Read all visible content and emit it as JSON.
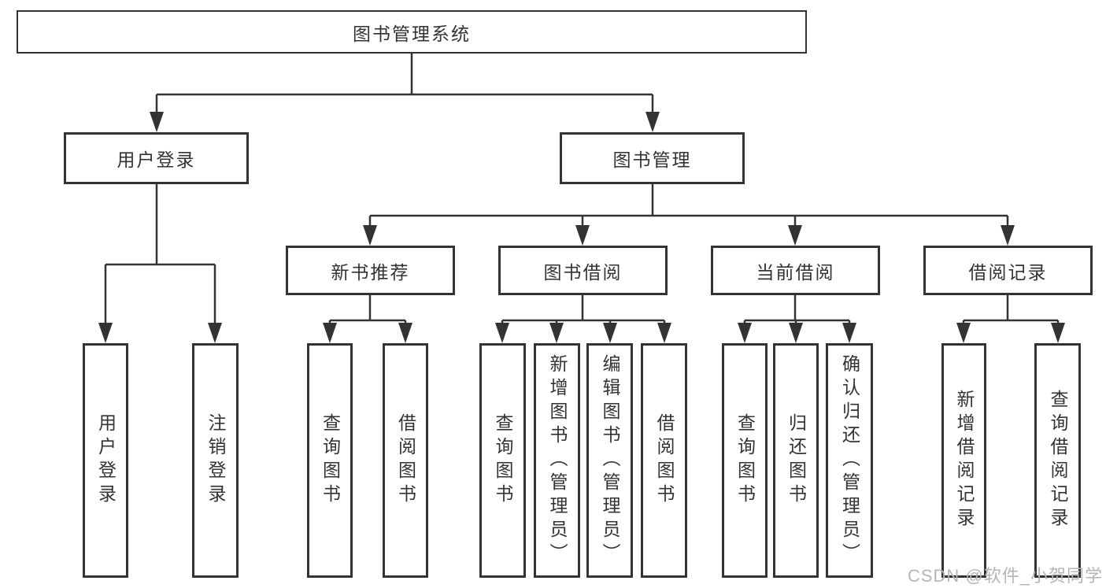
{
  "diagram": {
    "root": "图书管理系统",
    "level2": [
      "用户登录",
      "图书管理"
    ],
    "level3": [
      "新书推荐",
      "图书借阅",
      "当前借阅",
      "借阅记录"
    ],
    "leaves": {
      "user_login": [
        "用户登录",
        "注销登录"
      ],
      "new_books": [
        "查询图书",
        "借阅图书"
      ],
      "book_borrow": [
        "查询图书",
        "新增图书（管理员）",
        "编辑图书（管理员）",
        "借阅图书"
      ],
      "current_borrow": [
        "查询图书",
        "归还图书",
        "确认归还（管理员）"
      ],
      "borrow_records": [
        "新增借阅记录",
        "查询借阅记录"
      ]
    }
  },
  "colors": {
    "line": "#333333",
    "box_border": "#333333",
    "text": "#333333",
    "background": "#ffffff",
    "watermark": "#b5b5b5"
  },
  "watermark": "CSDN @软件_小贺同学"
}
